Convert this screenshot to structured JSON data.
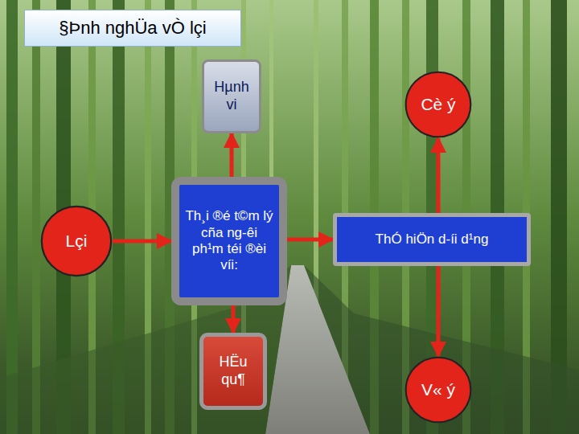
{
  "diagram": {
    "title": "§Þnh nghÜa vÒ lçi",
    "nodes": [
      {
        "text": [
          "Hµnh vi"
        ]
      },
      {
        "text": [
          "Cè ý"
        ]
      },
      {
        "text": [
          "Lçi"
        ]
      },
      {
        "text": [
          "Th¸i ®é t©m lý cña ng-êi ph¹m téi ®èi víi:"
        ]
      },
      {
        "text": [
          "ThÓ hiÖn d-íi d¹ng"
        ]
      },
      {
        "text": [
          "HËu qu¶"
        ]
      },
      {
        "text": [
          "V« ý"
        ]
      }
    ],
    "edges": [
      {
        "from": 2,
        "to": 3,
        "arrow": "to"
      },
      {
        "from": 3,
        "to": 0,
        "arrow": "to"
      },
      {
        "from": 3,
        "to": 5,
        "arrow": "to"
      },
      {
        "from": 3,
        "to": 4,
        "arrow": "to"
      },
      {
        "from": 4,
        "to": 1,
        "arrow": "to"
      },
      {
        "from": 4,
        "to": 6,
        "arrow": "to"
      }
    ]
  }
}
